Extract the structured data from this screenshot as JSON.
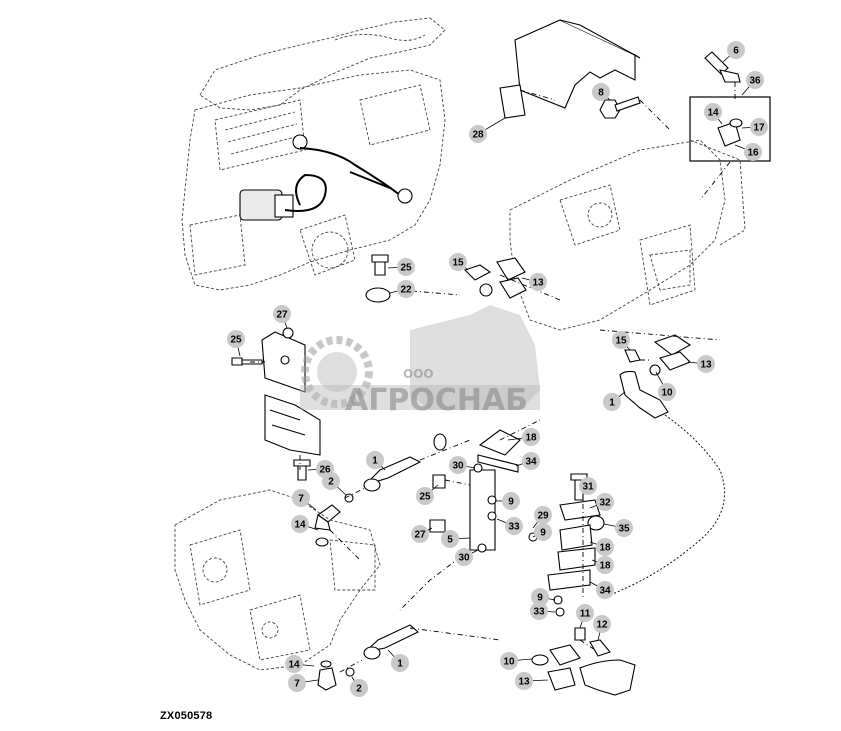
{
  "figure_id": "ZX050578",
  "watermark": {
    "company_type": "ООО",
    "company_name": "АГРОСНАБ"
  },
  "callouts": [
    "6",
    "36",
    "8",
    "28",
    "14",
    "17",
    "16",
    "15",
    "13",
    "25",
    "22",
    "27",
    "25",
    "15",
    "13",
    "10",
    "1",
    "18",
    "34",
    "26",
    "1",
    "2",
    "30",
    "25",
    "9",
    "31",
    "32",
    "7",
    "33",
    "29",
    "35",
    "14",
    "27",
    "9",
    "18",
    "5",
    "30",
    "18",
    "34",
    "9",
    "33",
    "11",
    "12",
    "10",
    "13",
    "14",
    "7",
    "2",
    "1"
  ]
}
